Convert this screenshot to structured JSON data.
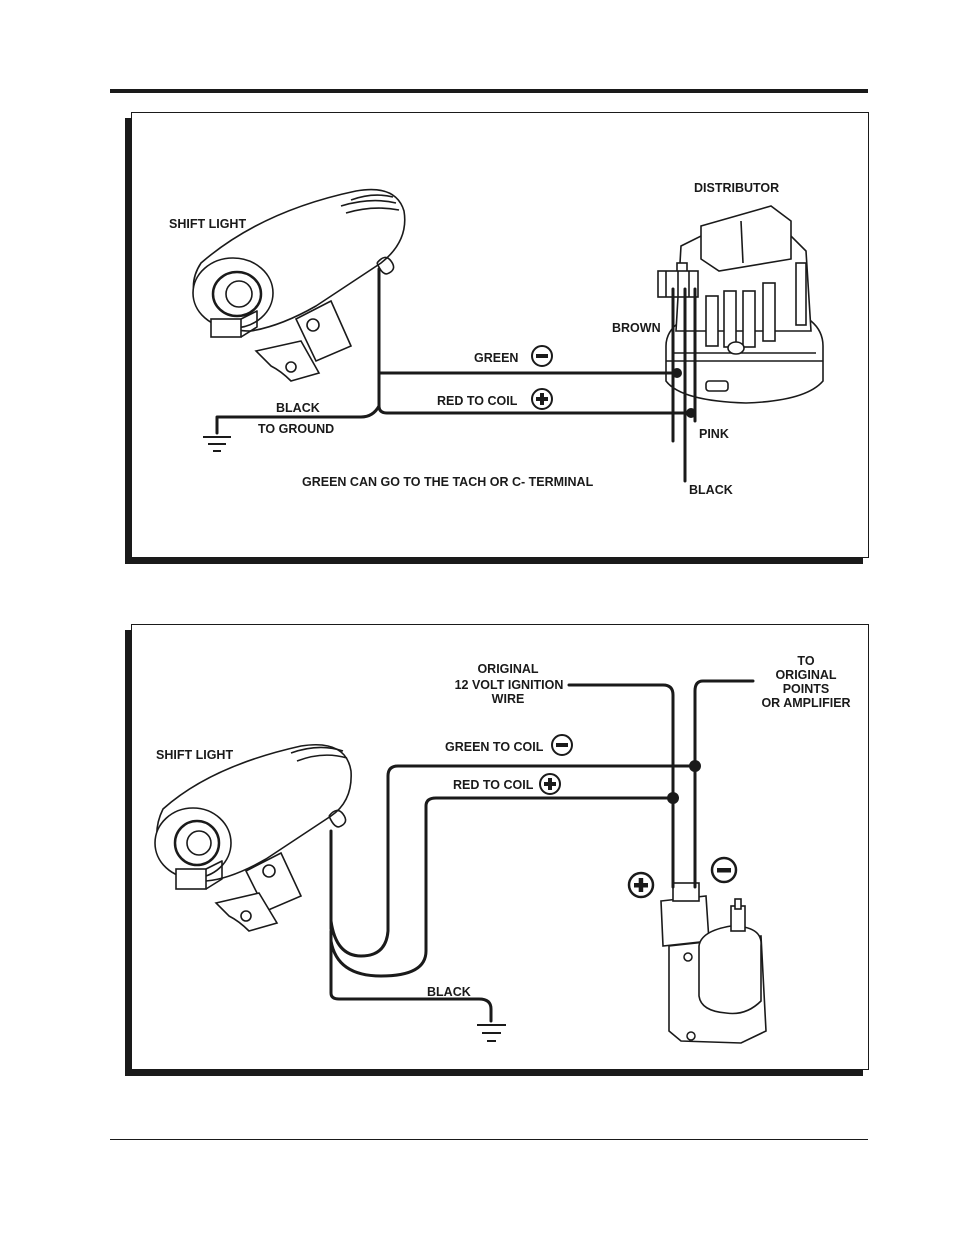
{
  "diagram1": {
    "shift_light_label": "SHIFT LIGHT",
    "distributor_label": "DISTRIBUTOR",
    "brown_label": "BROWN",
    "green_label": "GREEN",
    "red_to_coil_label": "RED TO COIL",
    "black_label": "BLACK",
    "to_ground_label": "TO GROUND",
    "pink_label": "PINK",
    "black_wire_label": "BLACK",
    "note": "GREEN CAN GO TO THE TACH OR C- TERMINAL"
  },
  "diagram2": {
    "shift_light_label": "SHIFT LIGHT",
    "original_line1": "ORIGINAL",
    "original_line2": "12 VOLT  IGNITION",
    "original_line3": "WIRE",
    "to_line1": "TO",
    "to_line2": "ORIGINAL",
    "to_line3": "POINTS",
    "to_line4": "OR AMPLIFIER",
    "green_to_coil_label": "GREEN TO COIL",
    "red_to_coil_label": "RED TO COIL",
    "black_label": "BLACK"
  },
  "colors": {
    "ink": "#1a1a1a",
    "paper": "#ffffff"
  },
  "icons": [
    "minus-circle-icon",
    "plus-circle-icon",
    "ground-symbol-icon"
  ]
}
